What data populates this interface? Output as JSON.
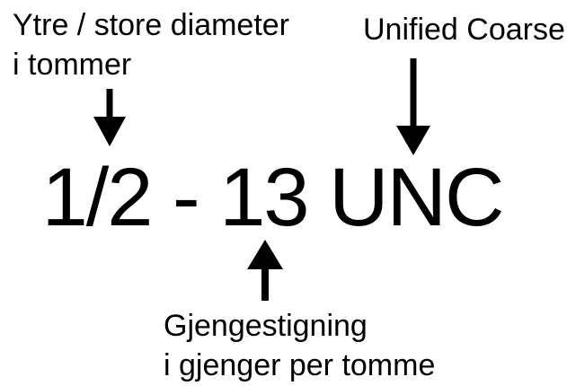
{
  "diagram": {
    "designation": "1/2 - 13 UNC",
    "labels": {
      "diameter": {
        "line1": "Ytre / store diameter",
        "line2": "i tommer"
      },
      "series": {
        "text": "Unified Coarse"
      },
      "pitch": {
        "line1": "Gjengestigning",
        "line2": "i gjenger per tomme"
      }
    },
    "icons": {
      "diameter_arrow": "down-arrow",
      "series_arrow": "down-arrow",
      "pitch_arrow": "up-arrow"
    },
    "colors": {
      "background": "#ffffff",
      "text": "#000000",
      "arrow": "#000000"
    }
  }
}
